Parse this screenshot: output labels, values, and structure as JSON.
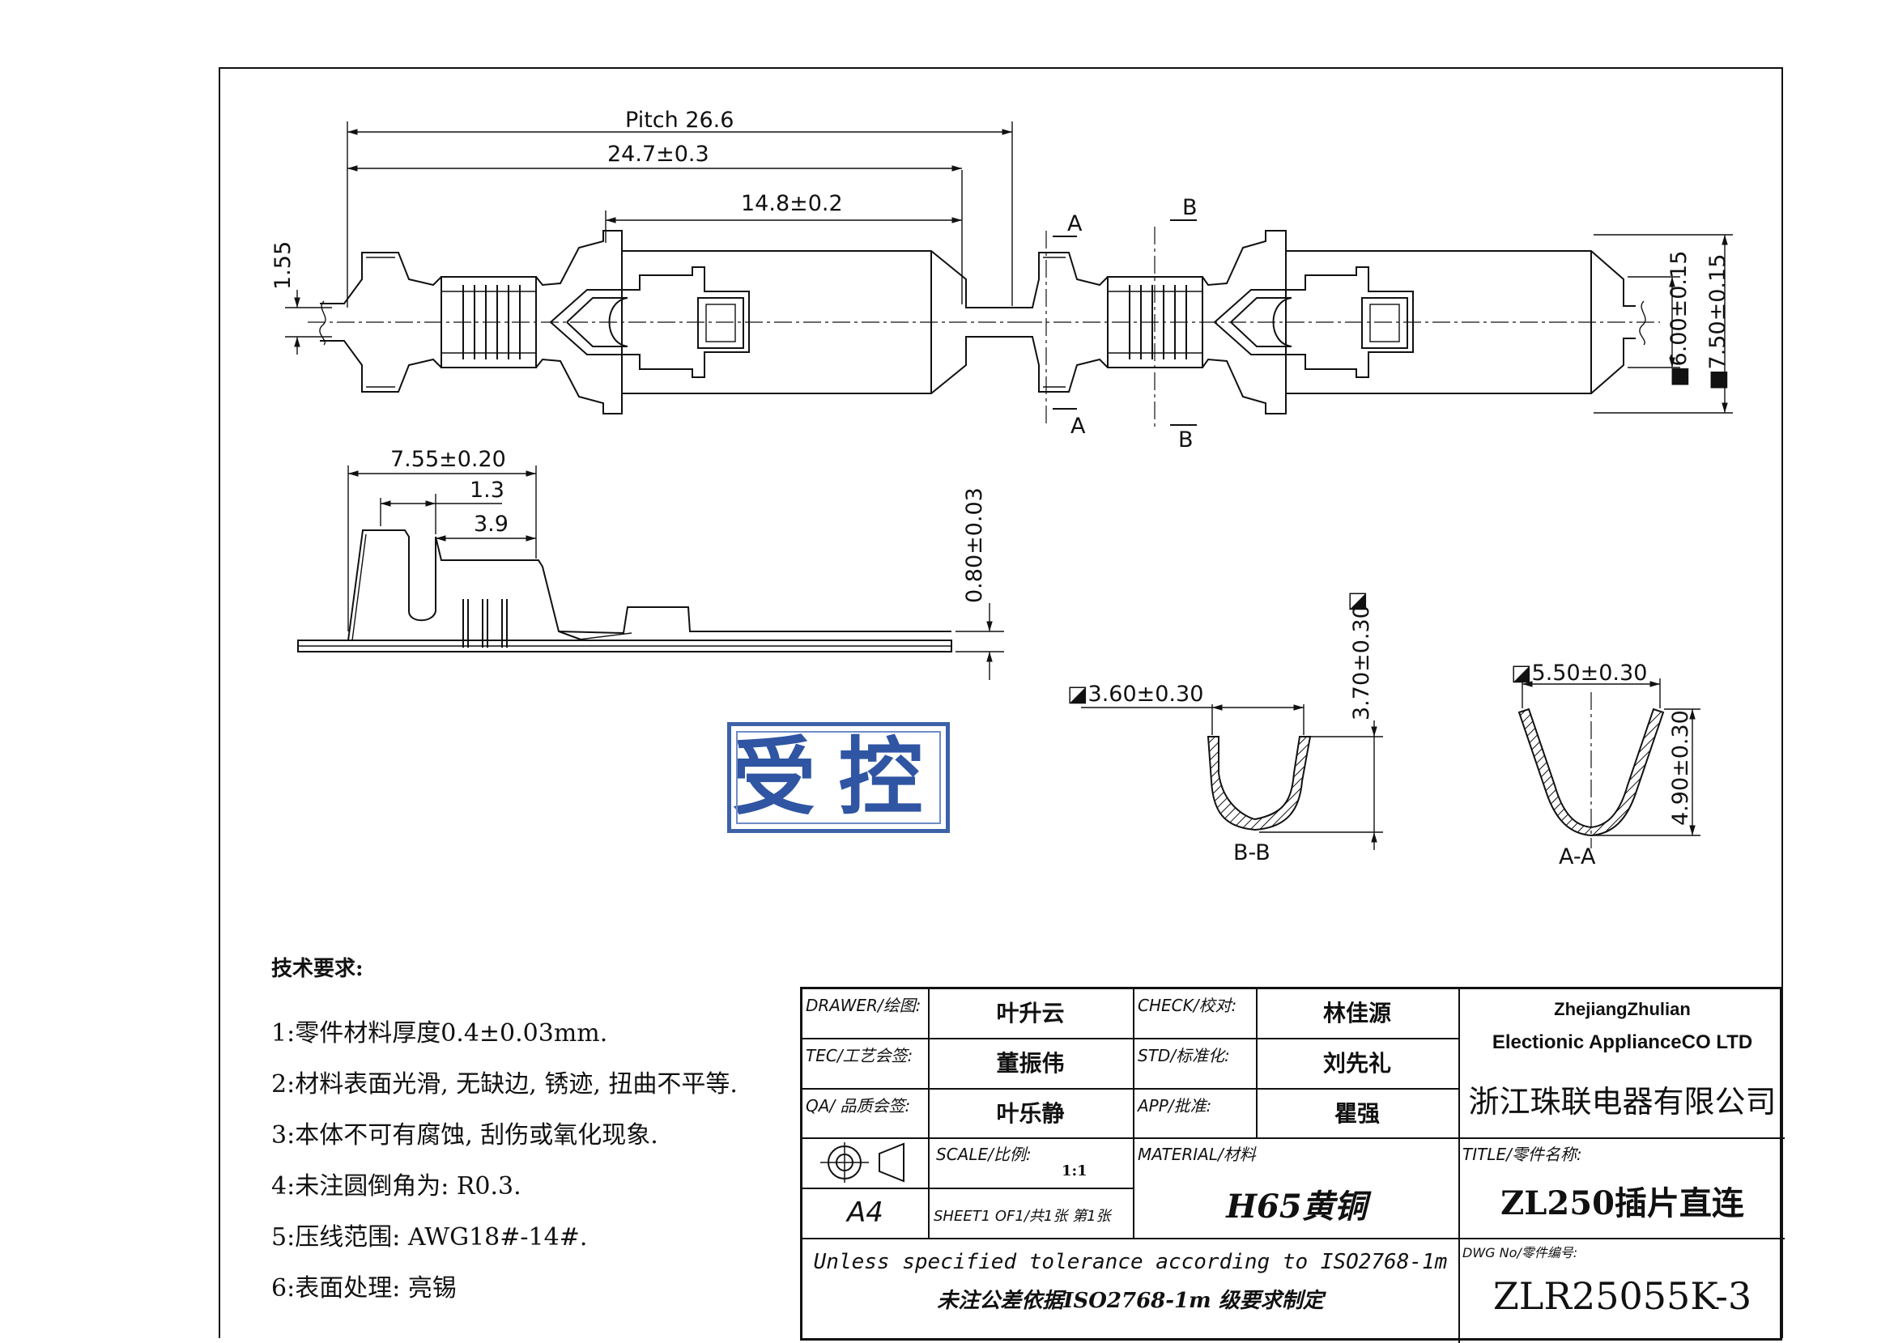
{
  "dimensions": {
    "pitch": "Pitch 26.6",
    "overall_length": "24.7±0.3",
    "body_length": "14.8±0.2",
    "tab_height": "1.55",
    "width_inner": "■6.00±0.15",
    "width_outer": "■7.50±0.15",
    "crimp_length": "7.55±0.20",
    "dim_1_3": "1.3",
    "dim_3_9": "3.9",
    "thickness": "0.80±0.03",
    "bb_width": "◪3.60±0.30",
    "bb_height": "3.70±0.30",
    "bb_height_mark": "◪",
    "aa_width": "◪5.50±0.30",
    "aa_height": "4.90±0.30"
  },
  "section_marks": {
    "a_top": "A",
    "a_bottom": "A",
    "b_top": "B",
    "b_bottom": "B",
    "section_bb": "B-B",
    "section_aa": "A-A"
  },
  "stamp": "受控",
  "notes": {
    "heading": "技术要求:",
    "items": [
      "1:零件材料厚度0.4±0.03mm.",
      "2:材料表面光滑, 无缺边, 锈迹, 扭曲不平等.",
      "3:本体不可有腐蚀, 刮伤或氧化现象.",
      "4:未注圆倒角为: R0.3.",
      "5:压线范围: AWG18#-14#.",
      "6:表面处理: 亮锡"
    ]
  },
  "title_block": {
    "drawer_label": "DRAWER/绘图:",
    "drawer": "叶升云",
    "check_label": "CHECK/校对:",
    "check": "林佳源",
    "tec_label": "TEC/工艺会签:",
    "tec": "董振伟",
    "std_label": "STD/标准化:",
    "std": "刘先礼",
    "qa_label": "QA/ 品质会签:",
    "qa": "叶乐静",
    "app_label": "APP/批准:",
    "app": "瞿强",
    "company_en_1": "ZhejiangZhulian",
    "company_en_2": "Electionic ApplianceCO LTD",
    "company_cn": "浙江珠联电器有限公司",
    "scale_label": "SCALE/比例:",
    "scale": "1:1",
    "sheet_label": "SHEET1 OF1/共1张 第1张",
    "paper": "A4",
    "material_label": "MATERIAL/材料",
    "material": "H65黄铜",
    "title_label": "TITLE/零件名称:",
    "title": "ZL250插片直连",
    "tolerance_en": "Unless specified tolerance according to ISO2768-1m",
    "tolerance_cn": "未注公差依据ISO2768-1m 级要求制定",
    "dwg_label": "DWG No/零件编号:",
    "dwg_no": "ZLR25055K-3"
  }
}
